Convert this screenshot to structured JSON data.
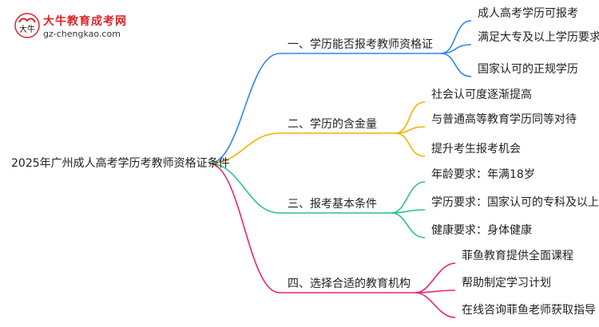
{
  "logo": {
    "title": "大牛教育成考网",
    "url": "gz-chengkao.com",
    "mark_text": "大牛"
  },
  "mindmap": {
    "root": "2025年广州成人高考学历考教师资格证条件",
    "branches": [
      {
        "label": "一、学历能否报考教师资格证",
        "color": "#2f86f5",
        "children": [
          "成人高考学历可报考",
          "满足大专及以上学历要求",
          "国家认可的正规学历"
        ]
      },
      {
        "label": "二、学历的含金量",
        "color": "#f0b400",
        "children": [
          "社会认可度逐渐提高",
          "与普通高等教育学历同等对待",
          "提升考生报考机会"
        ]
      },
      {
        "label": "三、报考基本条件",
        "color": "#27c28a",
        "children": [
          "年龄要求：年满18岁",
          "学历要求：国家认可的专科及以上",
          "健康要求：身体健康"
        ]
      },
      {
        "label": "四、选择合适的教育机构",
        "color": "#e8266f",
        "children": [
          "菲鱼教育提供全面课程",
          "帮助制定学习计划",
          "在线咨询菲鱼老师获取指导"
        ]
      }
    ]
  }
}
